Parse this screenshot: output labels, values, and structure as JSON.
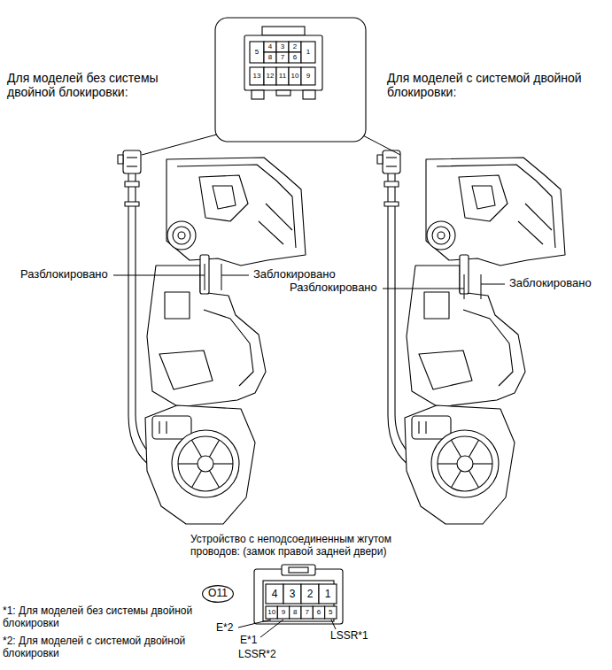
{
  "diagram": {
    "nodes": [
      {
        "text": [
          "O11"
        ]
      }
    ],
    "labels": [
      "Для моделей без системы двойной блокировки:",
      "Для моделей с системой двойной блокировки:",
      "5",
      "4",
      "3",
      "2",
      "1",
      "8",
      "7",
      "6",
      "13",
      "12",
      "11",
      "10",
      "9",
      "Разблокировано",
      "Заблокировано",
      "Разблокировано",
      "Заблокировано",
      "Устройство с неподсоединенным жгутом проводов: (замок правой задней двери)",
      "4",
      "3",
      "2",
      "1",
      "10",
      "9",
      "8",
      "7",
      "6",
      "5",
      "E*2",
      "E*1",
      "LSSR*2",
      "LSSR*1",
      "*1: Для моделей без системы двойной блокировки",
      "*2: Для моделей с системой двойной блокировки"
    ]
  }
}
